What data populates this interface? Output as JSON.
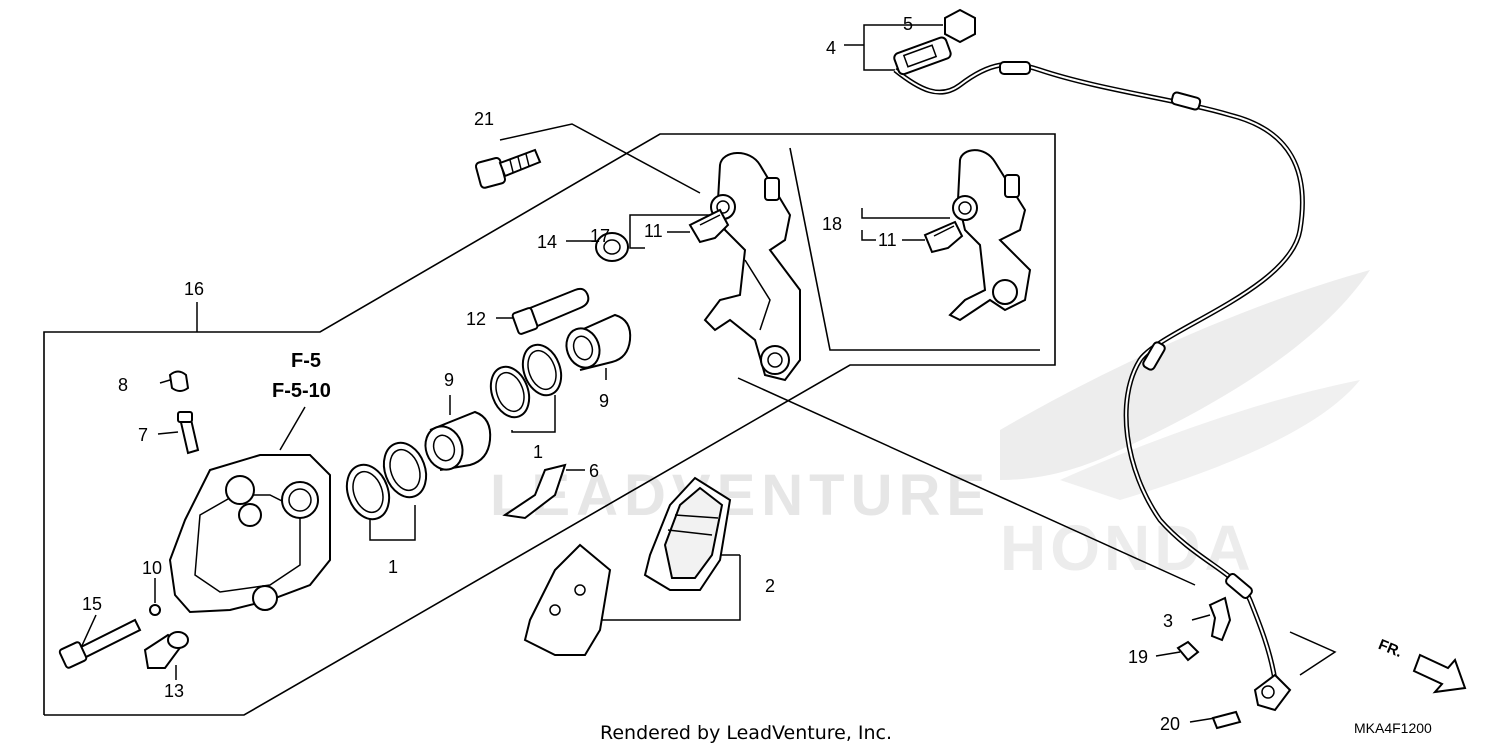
{
  "diagram": {
    "parts": [
      {
        "id": "p1a",
        "label": "1"
      },
      {
        "id": "p1b",
        "label": "1"
      },
      {
        "id": "p2",
        "label": "2"
      },
      {
        "id": "p3",
        "label": "3"
      },
      {
        "id": "p4",
        "label": "4"
      },
      {
        "id": "p5",
        "label": "5"
      },
      {
        "id": "p6",
        "label": "6"
      },
      {
        "id": "p7",
        "label": "7"
      },
      {
        "id": "p8",
        "label": "8"
      },
      {
        "id": "p9a",
        "label": "9"
      },
      {
        "id": "p9b",
        "label": "9"
      },
      {
        "id": "p10",
        "label": "10"
      },
      {
        "id": "p11a",
        "label": "11"
      },
      {
        "id": "p11b",
        "label": "11"
      },
      {
        "id": "p12",
        "label": "12"
      },
      {
        "id": "p13",
        "label": "13"
      },
      {
        "id": "p14",
        "label": "14"
      },
      {
        "id": "p15",
        "label": "15"
      },
      {
        "id": "p16",
        "label": "16"
      },
      {
        "id": "p17",
        "label": "17"
      },
      {
        "id": "p18",
        "label": "18"
      },
      {
        "id": "p19",
        "label": "19"
      },
      {
        "id": "p20",
        "label": "20"
      },
      {
        "id": "p21",
        "label": "21"
      }
    ],
    "section_ref_1": "F-5",
    "section_ref_2": "F-5-10",
    "direction_label": "FR.",
    "diagram_code": "MKA4F1200",
    "footer": "Rendered by LeadVenture, Inc.",
    "watermark": "LEADVENTURE",
    "brand_watermark": "HONDA"
  }
}
